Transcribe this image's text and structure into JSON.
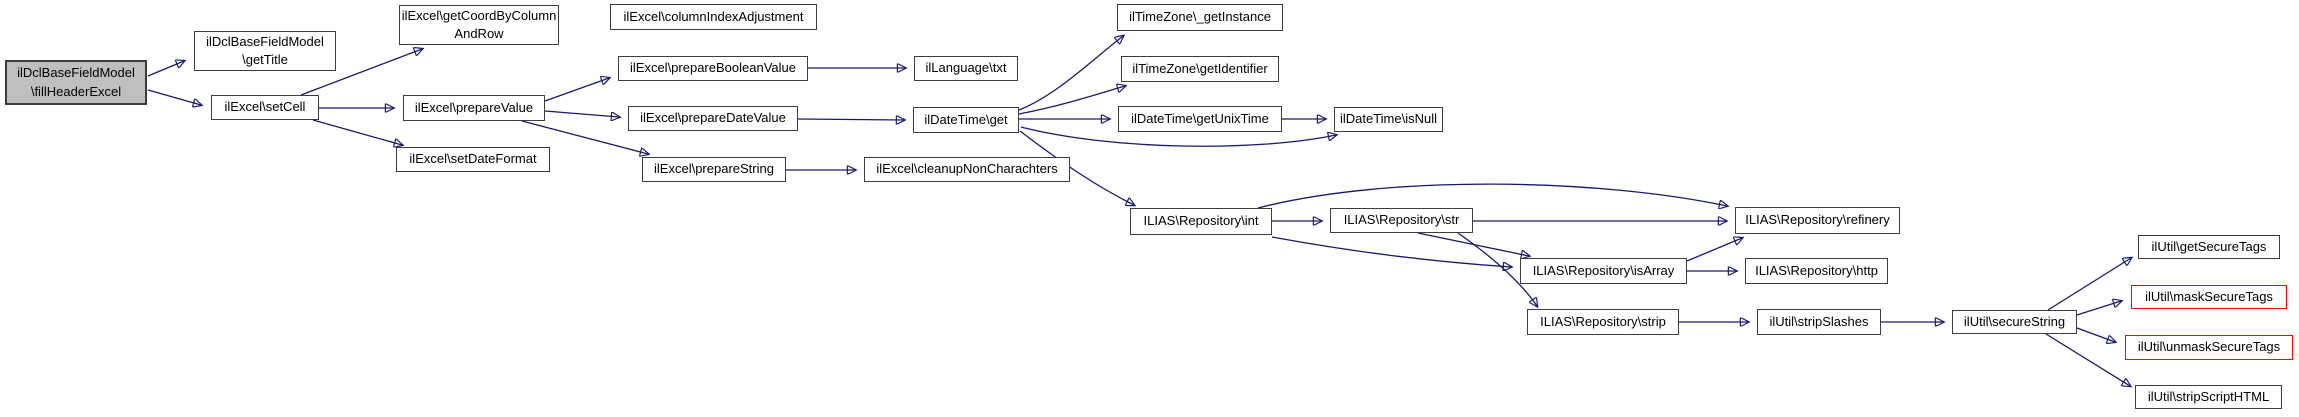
{
  "diagram": {
    "type": "call-graph",
    "colors": {
      "edge": "#191970",
      "node_border": "#3d3d3d",
      "root_fill": "#bfbfbf",
      "alert_border": "#ff0000",
      "node_fill": "#ffffff"
    },
    "nodes": {
      "fillHeaderExcel": {
        "label": "ilDclBaseFieldModel\n\\fillHeaderExcel",
        "variant": "root"
      },
      "getTitle": {
        "label": "ilDclBaseFieldModel\n\\getTitle",
        "variant": "normal"
      },
      "setCell": {
        "label": "ilExcel\\setCell",
        "variant": "normal"
      },
      "getCoordByColumnAndRow": {
        "label": "ilExcel\\getCoordByColumn\nAndRow",
        "variant": "normal"
      },
      "prepareValue": {
        "label": "ilExcel\\prepareValue",
        "variant": "normal"
      },
      "setDateFormat": {
        "label": "ilExcel\\setDateFormat",
        "variant": "normal"
      },
      "columnIndexAdjustment": {
        "label": "ilExcel\\columnIndexAdjustment",
        "variant": "normal"
      },
      "prepareBooleanValue": {
        "label": "ilExcel\\prepareBooleanValue",
        "variant": "normal"
      },
      "prepareDateValue": {
        "label": "ilExcel\\prepareDateValue",
        "variant": "normal"
      },
      "prepareString": {
        "label": "ilExcel\\prepareString",
        "variant": "normal"
      },
      "languageTxt": {
        "label": "ilLanguage\\txt",
        "variant": "normal"
      },
      "dateTimeGet": {
        "label": "ilDateTime\\get",
        "variant": "normal"
      },
      "cleanupNonCharachters": {
        "label": "ilExcel\\cleanupNonCharachters",
        "variant": "normal"
      },
      "tzGetInstance": {
        "label": "ilTimeZone\\_getInstance",
        "variant": "normal"
      },
      "tzGetIdentifier": {
        "label": "ilTimeZone\\getIdentifier",
        "variant": "normal"
      },
      "getUnixTime": {
        "label": "ilDateTime\\getUnixTime",
        "variant": "normal"
      },
      "isNull": {
        "label": "ilDateTime\\isNull",
        "variant": "normal"
      },
      "repoInt": {
        "label": "ILIAS\\Repository\\int",
        "variant": "normal"
      },
      "repoStr": {
        "label": "ILIAS\\Repository\\str",
        "variant": "normal"
      },
      "repoRefinery": {
        "label": "ILIAS\\Repository\\refinery",
        "variant": "normal"
      },
      "repoIsArray": {
        "label": "ILIAS\\Repository\\isArray",
        "variant": "normal"
      },
      "repoHttp": {
        "label": "ILIAS\\Repository\\http",
        "variant": "normal"
      },
      "repoStrip": {
        "label": "ILIAS\\Repository\\strip",
        "variant": "normal"
      },
      "stripSlashes": {
        "label": "ilUtil\\stripSlashes",
        "variant": "normal"
      },
      "secureString": {
        "label": "ilUtil\\secureString",
        "variant": "normal"
      },
      "getSecureTags": {
        "label": "ilUtil\\getSecureTags",
        "variant": "normal"
      },
      "maskSecureTags": {
        "label": "ilUtil\\maskSecureTags",
        "variant": "alert"
      },
      "unmaskSecureTags": {
        "label": "ilUtil\\unmaskSecureTags",
        "variant": "alert"
      },
      "stripScriptHTML": {
        "label": "ilUtil\\stripScriptHTML",
        "variant": "normal"
      }
    },
    "edges": [
      {
        "from": "fillHeaderExcel",
        "to": "getTitle"
      },
      {
        "from": "fillHeaderExcel",
        "to": "setCell"
      },
      {
        "from": "setCell",
        "to": "getCoordByColumnAndRow"
      },
      {
        "from": "setCell",
        "to": "prepareValue"
      },
      {
        "from": "setCell",
        "to": "setDateFormat"
      },
      {
        "from": "prepareValue",
        "to": "prepareBooleanValue"
      },
      {
        "from": "prepareValue",
        "to": "prepareDateValue"
      },
      {
        "from": "prepareValue",
        "to": "prepareString"
      },
      {
        "from": "prepareBooleanValue",
        "to": "languageTxt"
      },
      {
        "from": "prepareDateValue",
        "to": "dateTimeGet"
      },
      {
        "from": "prepareString",
        "to": "cleanupNonCharachters"
      },
      {
        "from": "dateTimeGet",
        "to": "tzGetInstance"
      },
      {
        "from": "dateTimeGet",
        "to": "tzGetIdentifier"
      },
      {
        "from": "dateTimeGet",
        "to": "getUnixTime"
      },
      {
        "from": "dateTimeGet",
        "to": "isNull"
      },
      {
        "from": "dateTimeGet",
        "to": "repoInt"
      },
      {
        "from": "getUnixTime",
        "to": "isNull"
      },
      {
        "from": "repoInt",
        "to": "repoStr"
      },
      {
        "from": "repoInt",
        "to": "repoRefinery"
      },
      {
        "from": "repoInt",
        "to": "repoIsArray"
      },
      {
        "from": "repoStr",
        "to": "repoRefinery"
      },
      {
        "from": "repoStr",
        "to": "repoIsArray"
      },
      {
        "from": "repoStr",
        "to": "repoStrip"
      },
      {
        "from": "repoIsArray",
        "to": "repoRefinery"
      },
      {
        "from": "repoIsArray",
        "to": "repoHttp"
      },
      {
        "from": "repoStrip",
        "to": "stripSlashes"
      },
      {
        "from": "stripSlashes",
        "to": "secureString"
      },
      {
        "from": "secureString",
        "to": "getSecureTags"
      },
      {
        "from": "secureString",
        "to": "maskSecureTags"
      },
      {
        "from": "secureString",
        "to": "unmaskSecureTags"
      },
      {
        "from": "secureString",
        "to": "stripScriptHTML"
      }
    ]
  }
}
